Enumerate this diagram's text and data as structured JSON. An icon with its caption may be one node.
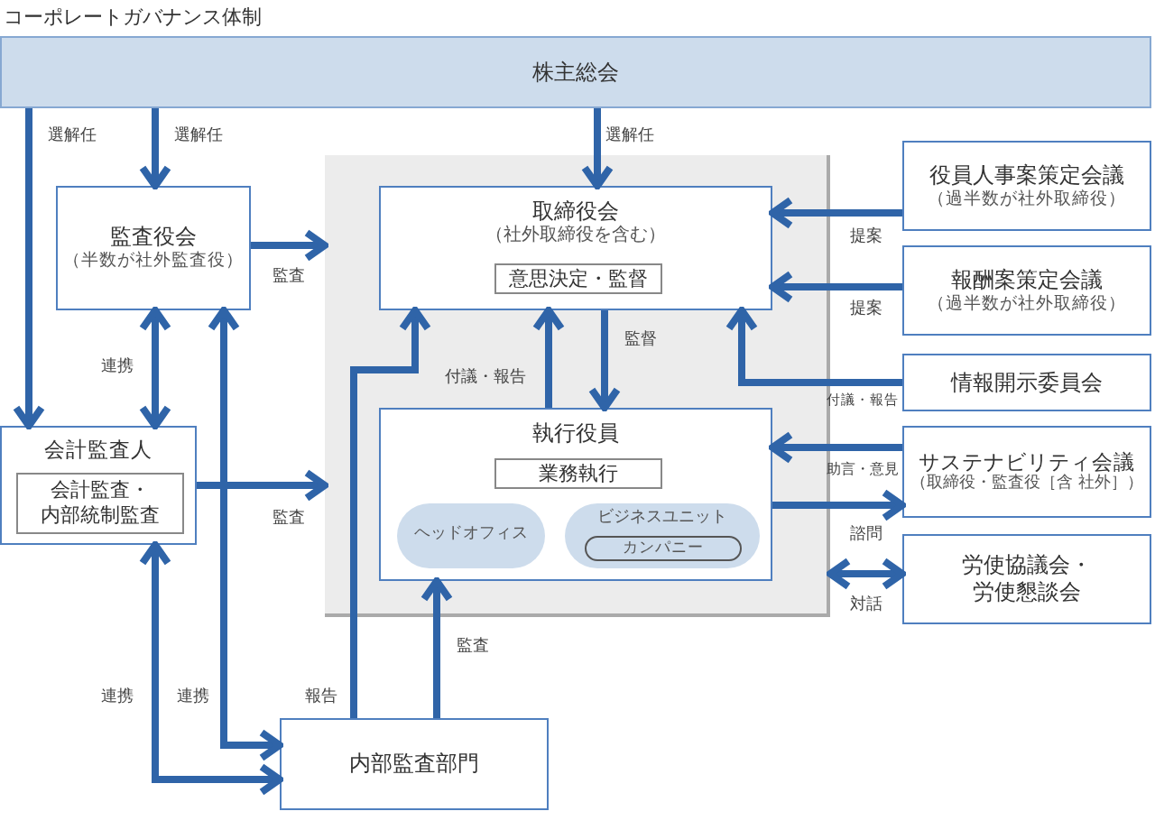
{
  "diagram": {
    "title": "コーポレートガバナンス体制",
    "nodes": [
      {
        "text": [
          "株主総会"
        ]
      },
      {
        "text": [],
        "shape": "box"
      },
      {
        "text": [
          "取締役会",
          "（社外取締役を含む）"
        ],
        "in": 1
      },
      {
        "text": [
          "意思決定・監督"
        ],
        "in": 2
      },
      {
        "text": [
          "監査役会",
          "（半数が社外監査役）"
        ]
      },
      {
        "text": [
          "会計監査人"
        ]
      },
      {
        "text": [
          "会計監査・内部統制監査"
        ],
        "in": 5
      },
      {
        "text": [
          "執行役員"
        ],
        "in": 1
      },
      {
        "text": [
          "業務執行"
        ],
        "in": 7
      },
      {
        "text": [
          "ヘッドオフィス"
        ],
        "in": 7
      },
      {
        "text": [
          "ビジネスユニット"
        ],
        "in": 7
      },
      {
        "text": [
          "カンパニー"
        ],
        "in": 10
      },
      {
        "text": [
          "役員人事案策定会議",
          "（過半数が社外取締役）"
        ]
      },
      {
        "text": [
          "報酬案策定会議",
          "（過半数が社外取締役）"
        ]
      },
      {
        "text": [
          "情報開示委員会"
        ]
      },
      {
        "text": [
          "サステナビリティ会議",
          "（取締役・監査役［含 社外］）"
        ]
      },
      {
        "text": [
          "労使協議会・労使懇談会"
        ]
      },
      {
        "text": [
          "内部監査部門"
        ]
      }
    ],
    "edges": [
      {
        "from": 0,
        "to": 5,
        "arrow": "to",
        "label": "選解任"
      },
      {
        "from": 0,
        "to": 4,
        "arrow": "to",
        "label": "選解任"
      },
      {
        "from": 0,
        "to": 2,
        "arrow": "to",
        "label": "選解任"
      },
      {
        "from": 4,
        "to": 1,
        "arrow": "to",
        "label": "監査"
      },
      {
        "from": 4,
        "to": 5,
        "arrow": "both",
        "label": "連携"
      },
      {
        "from": 17,
        "to": 4,
        "arrow": "both",
        "label": "連携"
      },
      {
        "from": 5,
        "to": 17,
        "arrow": "both",
        "label": "連携"
      },
      {
        "from": 5,
        "to": 1,
        "arrow": "to",
        "label": "監査"
      },
      {
        "from": 17,
        "to": 2,
        "arrow": "to",
        "label": "報告"
      },
      {
        "from": 7,
        "to": 2,
        "arrow": "to",
        "label": "付議・報告"
      },
      {
        "from": 2,
        "to": 7,
        "arrow": "to",
        "label": "監督"
      },
      {
        "from": 17,
        "to": 7,
        "arrow": "to",
        "label": "監査"
      },
      {
        "from": 12,
        "to": 2,
        "arrow": "to",
        "label": "提案"
      },
      {
        "from": 13,
        "to": 2,
        "arrow": "to",
        "label": "提案"
      },
      {
        "from": 14,
        "to": 2,
        "arrow": "to",
        "label": "付議・報告"
      },
      {
        "from": 15,
        "to": 7,
        "arrow": "to",
        "label": "助言・意見"
      },
      {
        "from": 7,
        "to": 15,
        "arrow": "to",
        "label": "諮問"
      },
      {
        "from": 1,
        "to": 16,
        "arrow": "both",
        "label": "対話"
      }
    ]
  }
}
